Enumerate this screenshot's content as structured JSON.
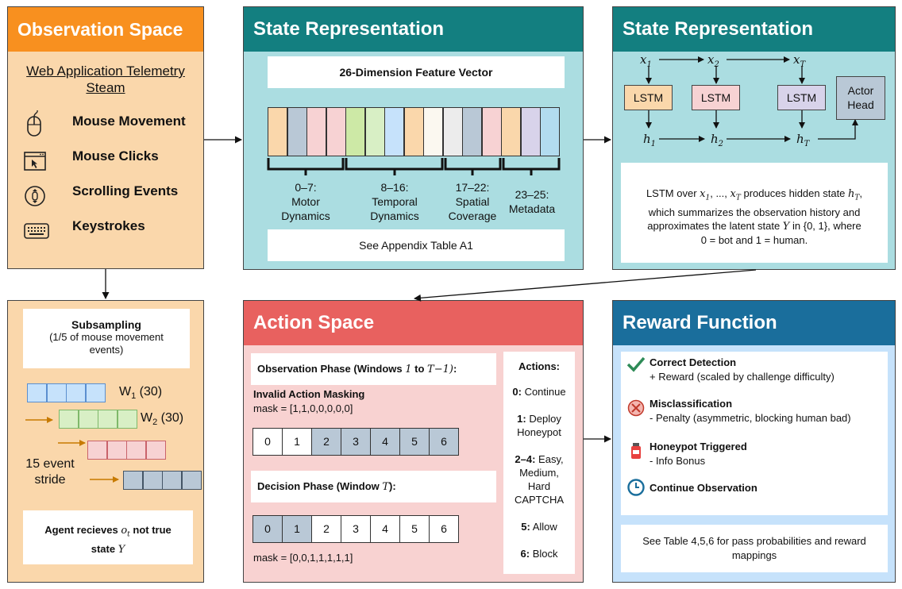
{
  "observation": {
    "title": "Observation Space",
    "stream_line1": "Web Application Telemetry",
    "stream_line2": "Steam",
    "items": [
      {
        "icon": "mouse-icon",
        "label": "Mouse Movement"
      },
      {
        "icon": "click-window-icon",
        "label": "Mouse Clicks"
      },
      {
        "icon": "scroll-icon",
        "label": "Scrolling Events"
      },
      {
        "icon": "keyboard-icon",
        "label": "Keystrokes"
      }
    ],
    "color": "#f8901f",
    "fill": "#fad7ab"
  },
  "state1": {
    "title": "State Representation",
    "vector_title": "26-Dimension Feature Vector",
    "cell_colors": [
      "#fad7ab",
      "#b9c8d6",
      "#f7d2d3",
      "#f7d2d3",
      "#cde9a6",
      "#d8efc5",
      "#c6e2fb",
      "#fad7ab",
      "#fbf8f0",
      "#ececec",
      "#b9c8d6",
      "#f7d2d3",
      "#fad7ab",
      "#d8d3ea",
      "#b2dcef"
    ],
    "groups": [
      {
        "range": "0–7:",
        "name1": "Motor",
        "name2": "Dynamics"
      },
      {
        "range": "8–16:",
        "name1": "Temporal",
        "name2": "Dynamics"
      },
      {
        "range": "17–22:",
        "name1": "Spatial",
        "name2": "Coverage"
      },
      {
        "range": "23–25:",
        "name1": "Metadata",
        "name2": ""
      }
    ],
    "appendix": "See Appendix Table A1",
    "color": "#137f80",
    "fill": "#abdde1"
  },
  "state2": {
    "title": "State Representation",
    "lstm_label": "LSTM",
    "actor_line1": "Actor",
    "actor_line2": "Head",
    "x1": "x",
    "x2": "x",
    "xT": "x",
    "sub1": "1",
    "sub2": "2",
    "subT": "T",
    "h": "h",
    "desc": {
      "p1": "LSTM over ",
      "p2": "x",
      "p3": "1",
      "p4": ", ..., ",
      "p5": "x",
      "p6": "T",
      "p7": " produces hidden state ",
      "p8": "h",
      "p9": "T",
      "p10": ",",
      "line2": "which summarizes the observation history and",
      "line3a": "approximates the latent state ",
      "line3b": "Y",
      "line3c": " in {0, 1}, where",
      "line4": "0 = bot and 1 = human."
    },
    "lstm_colors": [
      "#fad7ab",
      "#f7d2d3",
      "#d8d3ea"
    ],
    "actor_color": "#b9c8d6"
  },
  "subsample": {
    "title": "Subsampling",
    "desc1": "(1/5 of mouse movement",
    "desc2": "events)",
    "w1": "W",
    "w1_sub": "1",
    "w1_rest": " (30)",
    "w2": "W",
    "w2_sub": "2",
    "w2_rest": " (30)",
    "stride1": "15 event",
    "stride2": "stride",
    "agent1a": "Agent recieves ",
    "agent1b": "o",
    "agent1c": "t",
    "agent1d": " not true",
    "agent2a": "state ",
    "agent2b": "Y",
    "win_colors": [
      "#c6e2fb",
      "#d8efc5",
      "#f7d2d3",
      "#b9c8d6"
    ],
    "win_borders": [
      "#5b8fcf",
      "#7fb86a",
      "#c9636b",
      "#445566"
    ],
    "fill": "#fad7ab"
  },
  "action": {
    "title": "Action Space",
    "obs_phase_a": "Observation Phase (Windows ",
    "obs_phase_b": "1",
    "obs_phase_c": " to ",
    "obs_phase_d": "T",
    "obs_phase_e": "−1)",
    "obs_phase_f": ":",
    "masking_title": "Invalid Action Masking",
    "mask1": "mask = [1,1,0,0,0,0,0]",
    "cells": [
      "0",
      "1",
      "2",
      "3",
      "4",
      "5",
      "6"
    ],
    "decision_a": "Decision Phase (Window ",
    "decision_b": "T",
    "decision_c": "):",
    "mask2": "mask = [0,0,1,1,1,1,1]",
    "actions_title": "Actions:",
    "actions": [
      {
        "key": "0:",
        "text1": "Continue",
        "text2": "",
        "text3": "",
        "text4": ""
      },
      {
        "key": "1:",
        "text1": "Deploy",
        "text2": "Honeypot",
        "text3": "",
        "text4": ""
      },
      {
        "key": "2–4:",
        "text1": "Easy,",
        "text2": "Medium,",
        "text3": "Hard",
        "text4": "CAPTCHA"
      },
      {
        "key": "5:",
        "text1": "Allow",
        "text2": "",
        "text3": "",
        "text4": ""
      },
      {
        "key": "6:",
        "text1": "Block",
        "text2": "",
        "text3": "",
        "text4": ""
      }
    ],
    "color": "#e8615f",
    "fill": "#f8d2d1",
    "masked": "#b9c8d6"
  },
  "reward": {
    "title": "Reward Function",
    "items": [
      {
        "icon": "check-icon",
        "title": "Correct Detection",
        "desc": "+ Reward (scaled by challenge difficulty)"
      },
      {
        "icon": "cross-circle-icon",
        "title": "Misclassification",
        "desc": "- Penalty (asymmetric, blocking human bad)"
      },
      {
        "icon": "honeypot-icon",
        "title": "Honeypot Triggered",
        "desc": "- Info Bonus"
      },
      {
        "icon": "clock-icon",
        "title": "Continue Observation",
        "desc": ""
      }
    ],
    "note1": "See Table 4,5,6 for pass probabilities and reward",
    "note2": "mappings",
    "color": "#1a6e9c",
    "fill": "#c6e2fb"
  }
}
